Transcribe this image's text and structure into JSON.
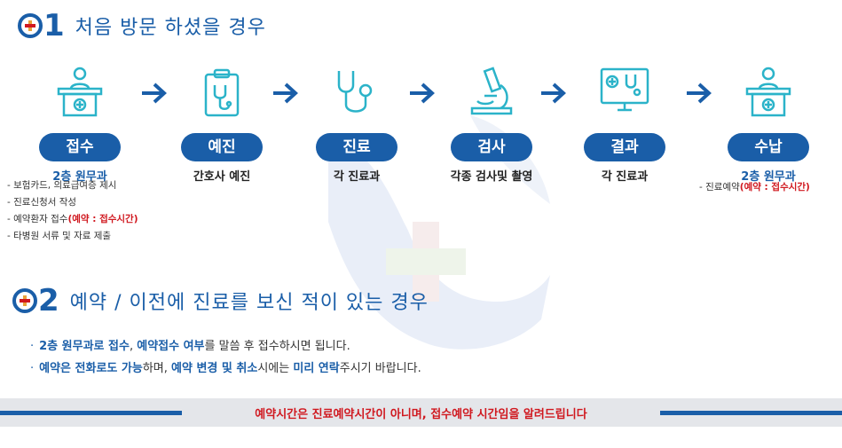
{
  "section1": {
    "number": "1",
    "title": "처음 방문 하셨을 경우"
  },
  "steps": [
    {
      "label": "접수",
      "sub": "2층 원무과"
    },
    {
      "label": "예진",
      "sub": "간호사 예진"
    },
    {
      "label": "진료",
      "sub": "각 진료과"
    },
    {
      "label": "검사",
      "sub": "각종 검사및 촬영"
    },
    {
      "label": "결과",
      "sub": "각 진료과"
    },
    {
      "label": "수납",
      "sub": "2층 원무과"
    }
  ],
  "reception_notes": [
    "- 보험카드, 의료급여증 제시",
    "- 진료신청서 작성",
    "- 예약환자 접수",
    "- 타병원 서류 및 자료 제출"
  ],
  "reception_note_red": "(예약 : 접수시간)",
  "payment_note": "- 진료예약",
  "payment_note_red": "(예약 : 접수시간)",
  "section2": {
    "number": "2",
    "title": "예약 / 이전에 진료를 보신 적이 있는 경우"
  },
  "bullet1": {
    "dot": "·",
    "b1": "2층 원무과로 접수",
    "t1": ", ",
    "b2": "예약접수 여부",
    "t2": "를 말씀 후 접수하시면 됩니다."
  },
  "bullet2": {
    "dot": "·",
    "b1": "예약은 전화로도 가능",
    "t1": "하며, ",
    "b2": "예약 변경 및 취소",
    "t2": "시에는 ",
    "b3": "미리 연락",
    "t3": "주시기 바랍니다."
  },
  "notice": "예약시간은 진료예약시간이 아니며, 접수예약 시간임을 알려드립니다",
  "colors": {
    "primary": "#1a5ea8",
    "accent": "#d0181f",
    "icon": "#2bb3c9"
  }
}
